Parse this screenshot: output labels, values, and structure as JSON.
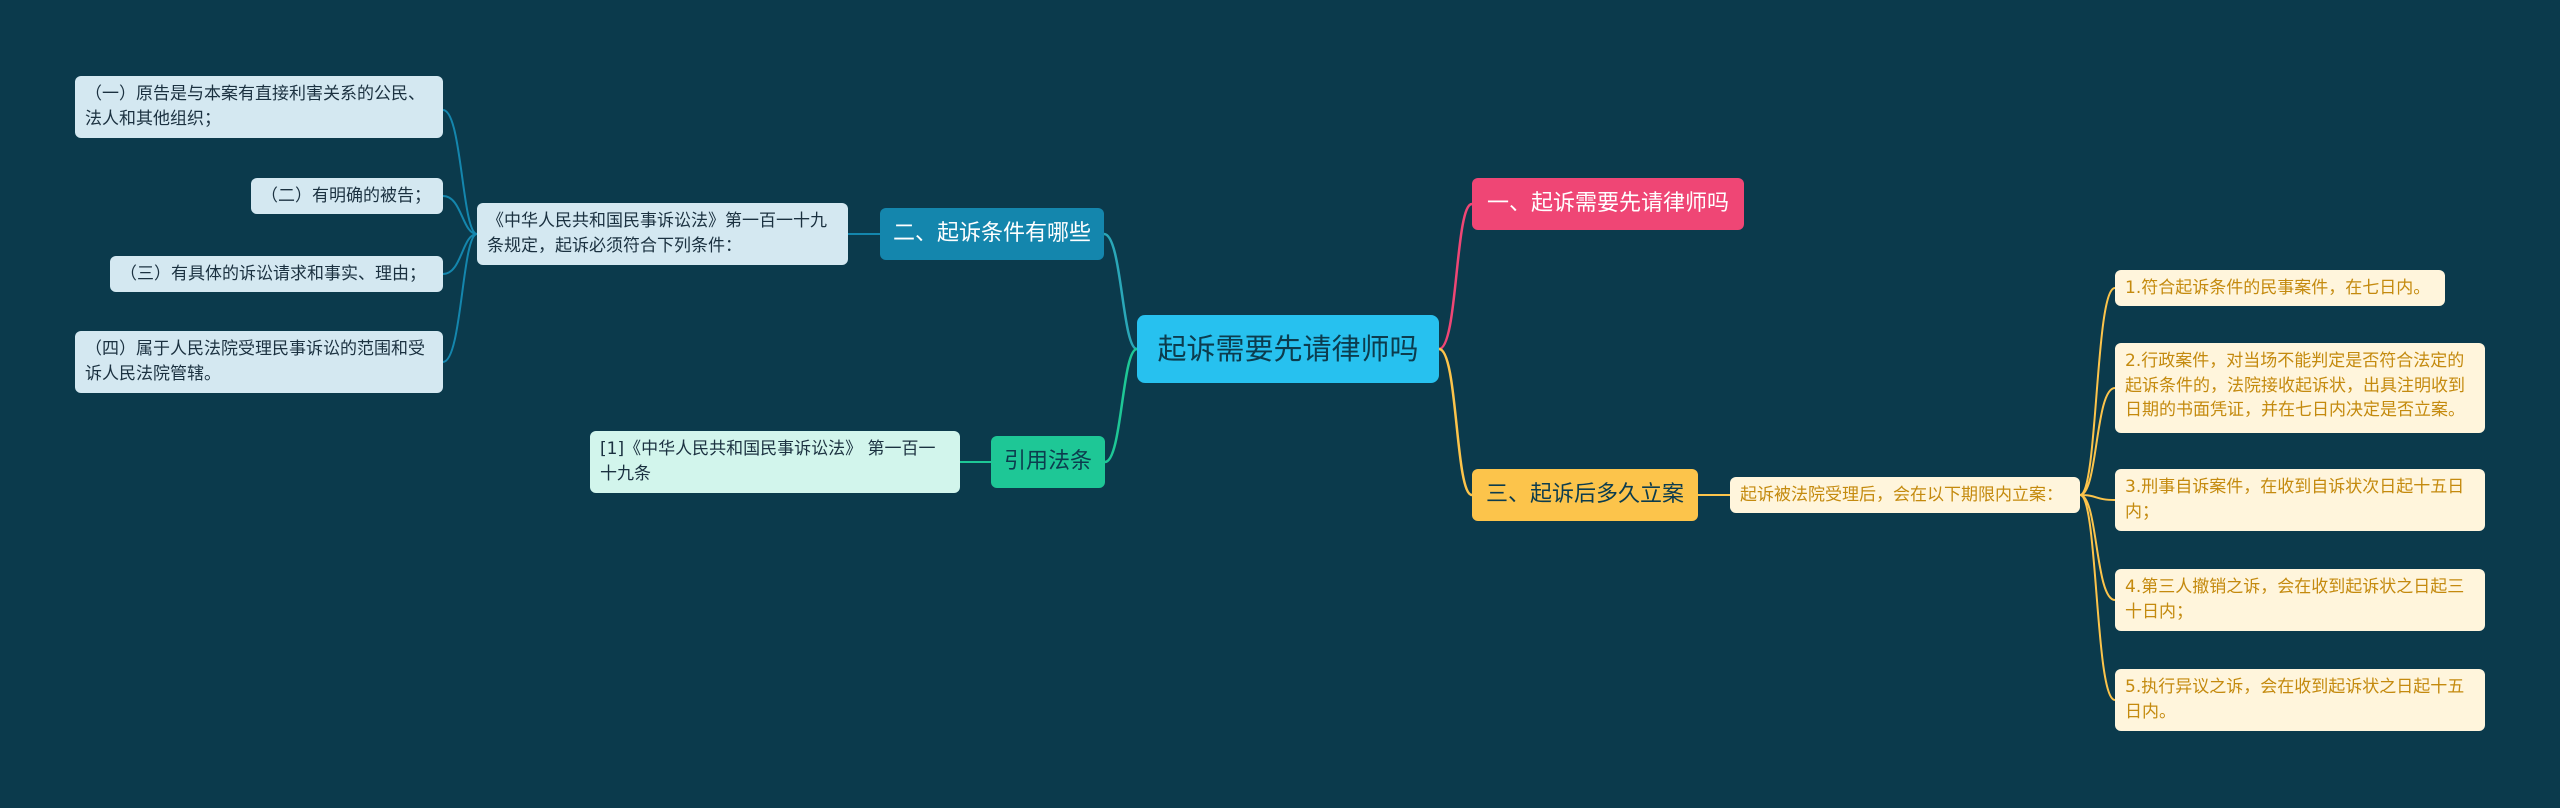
{
  "root": {
    "label": "起诉需要先请律师吗"
  },
  "branches": {
    "conditions": {
      "label": "二、起诉条件有哪些",
      "intro": "《中华人民共和国民事诉讼法》第一百一十九条规定，起诉必须符合下列条件：",
      "items": [
        "（一）原告是与本案有直接利害关系的公民、法人和其他组织；",
        "（二）有明确的被告；",
        "（三）有具体的诉讼请求和事实、理由；",
        "（四）属于人民法院受理民事诉讼的范围和受诉人民法院管辖。"
      ]
    },
    "citation": {
      "label": "引用法条",
      "items": [
        "[1]《中华人民共和国民事诉讼法》 第一百一十九条"
      ]
    },
    "lawyer": {
      "label": "一、起诉需要先请律师吗"
    },
    "timing": {
      "label": "三、起诉后多久立案",
      "intro": "起诉被法院受理后，会在以下期限内立案：",
      "items": [
        "1.符合起诉条件的民事案件，在七日内。",
        "2.行政案件，对当场不能判定是否符合法定的起诉条件的，法院接收起诉状，出具注明收到日期的书面凭证，并在七日内决定是否立案。",
        "3.刑事自诉案件，在收到自诉状次日起十五日内；",
        "4.第三人撤销之诉，会在收到起诉状之日起三十日内；",
        "5.执行异议之诉，会在收到起诉状之日起十五日内。"
      ]
    }
  },
  "colors": {
    "background": "#0b3a4c",
    "root": "#27c1ef",
    "conditions": "#1486ad",
    "citation": "#1ec796",
    "lawyer": "#ef4675",
    "timing": "#fcc44b"
  }
}
